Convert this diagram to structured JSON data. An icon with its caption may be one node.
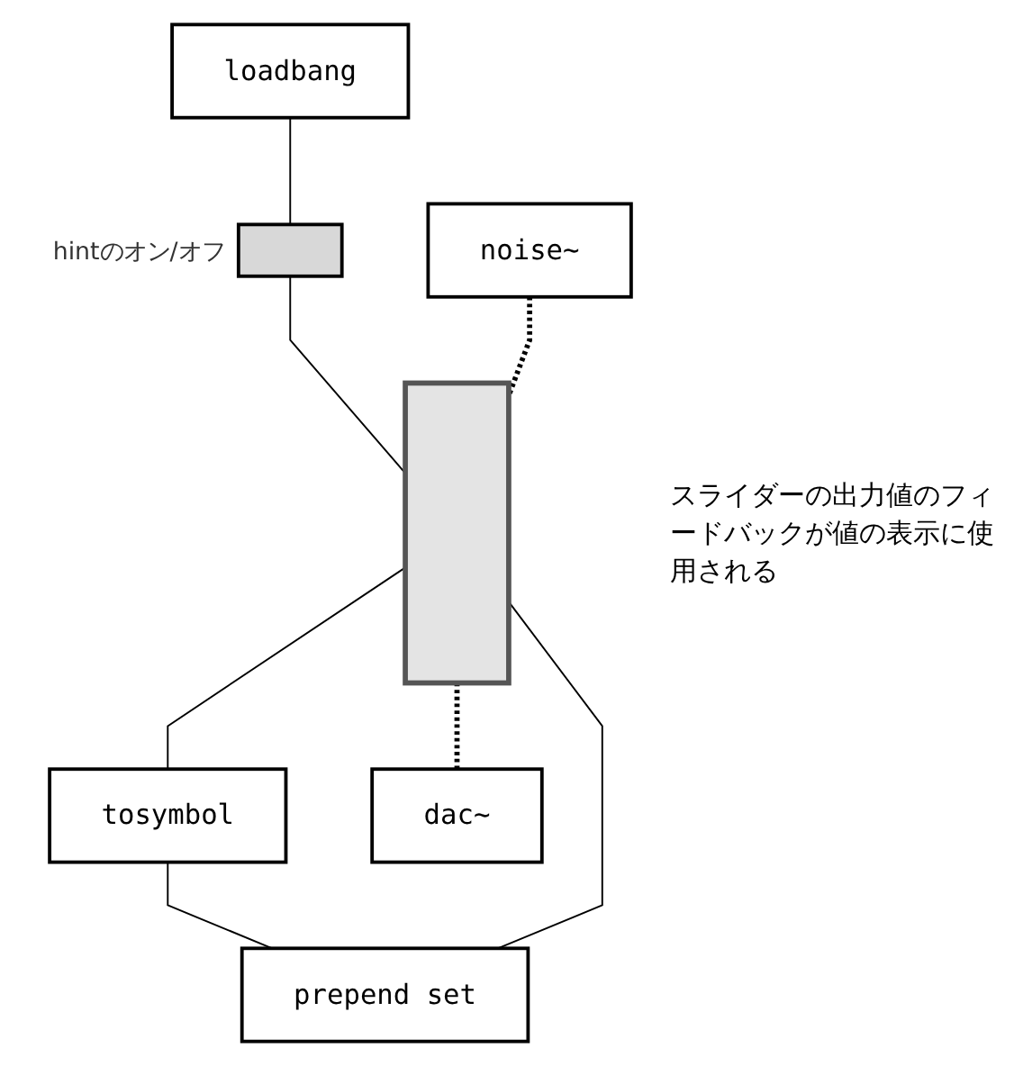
{
  "diagram": {
    "nodes": [
      {
        "text": [
          "loadbang"
        ]
      },
      {
        "text": [
          "noise~"
        ]
      },
      {
        "text": [],
        "shape": "box",
        "beside": [
          "hintのオン/オフ"
        ]
      },
      {
        "text": [],
        "shape": "bar"
      },
      {
        "text": [
          "tosymbol"
        ]
      },
      {
        "text": [
          "prepend set"
        ]
      },
      {
        "text": [
          "dac~"
        ]
      }
    ],
    "edges": [
      {
        "from": 0,
        "to": 2,
        "arrow": "none"
      },
      {
        "from": 2,
        "to": 3,
        "arrow": "none"
      },
      {
        "from": 1,
        "to": 3,
        "arrow": "none",
        "style": "dashed"
      },
      {
        "from": 3,
        "to": 6,
        "arrow": "none",
        "style": "dashed"
      },
      {
        "from": 3,
        "to": 4,
        "arrow": "none"
      },
      {
        "from": 4,
        "to": 5,
        "arrow": "none"
      },
      {
        "from": 5,
        "to": 3,
        "arrow": "none"
      }
    ],
    "labels": [
      "スライダーの出力値のフィードバックが値の表示に使用される"
    ]
  }
}
